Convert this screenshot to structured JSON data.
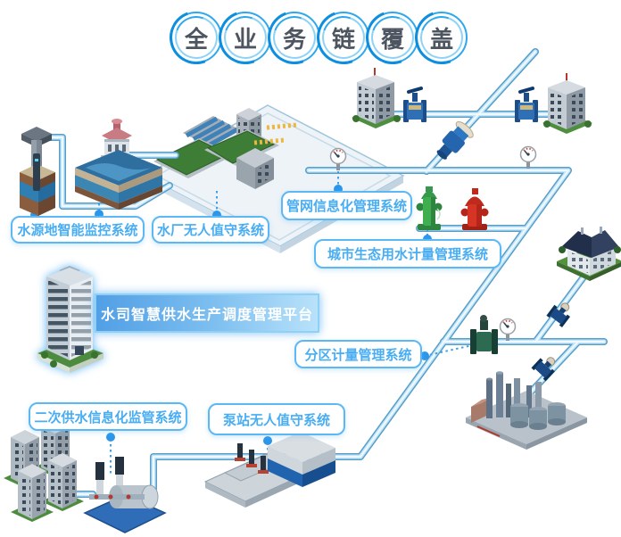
{
  "badges": [
    "全",
    "业",
    "务",
    "链",
    "覆",
    "盖"
  ],
  "banner": {
    "text": "水司智慧供水生产调度管理平台"
  },
  "labels": {
    "water_source": "水源地智能监控系统",
    "water_plant": "水厂无人值守系统",
    "pipe_network": "管网信息化管理系统",
    "eco_metering": "城市生态用水计量管理系统",
    "district_metering": "分区计量管理系统",
    "secondary_supply": "二次供水信息化监管系统",
    "pump_station": "泵站无人值守系统"
  },
  "colors": {
    "accent": "#3fa9f5",
    "label_border": "#5cb8f4",
    "label_text": "#49adf2",
    "pipe_fill": "#c6e6f7",
    "pipe_edge": "#569fca",
    "dot": "#2b96ea",
    "banner_from": "#519fe5",
    "banner_to": "#b9e2fa",
    "badge_ring": "#2ea7ec",
    "badge_text": "#4d5560"
  },
  "icons": [
    "well-icon",
    "reservoir-icon",
    "water-plant-icon",
    "office-building-icon",
    "office-building-icon",
    "water-meter-valve-icon",
    "water-meter-valve-icon",
    "electromagnetic-flowmeter-icon",
    "pressure-gauge-icon",
    "pressure-gauge-icon",
    "pressure-gauge-icon",
    "green-hydrant-icon",
    "red-hydrant-icon",
    "school-building-icon",
    "flowmeter-icon",
    "valve-icon",
    "valve-icon",
    "industrial-plant-icon",
    "pump-station-icon",
    "booster-pump-icon",
    "apartment-buildings-icon",
    "headquarters-building-icon"
  ]
}
